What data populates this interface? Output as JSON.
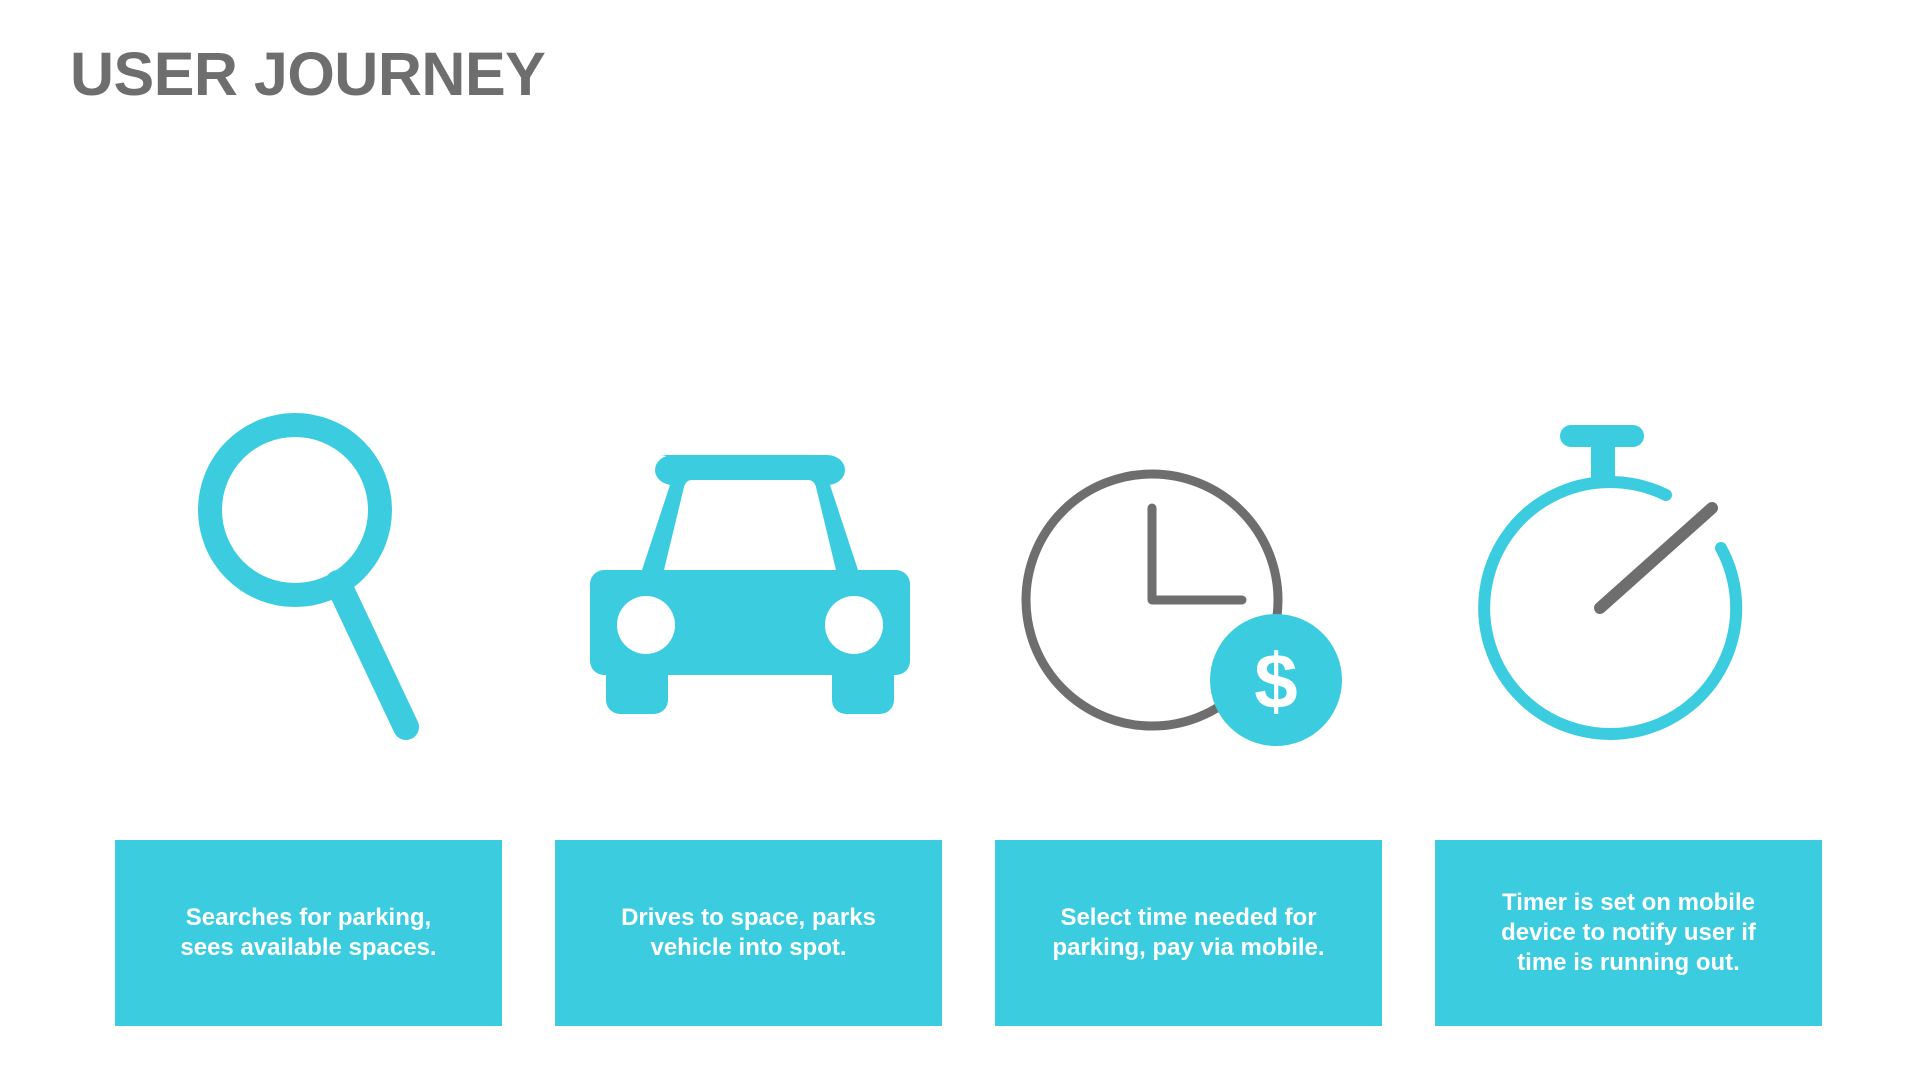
{
  "slide": {
    "title": "USER JOURNEY"
  },
  "colors": {
    "accent": "#3bcce0",
    "gray": "#6e6e6e",
    "background": "#ffffff",
    "box_text": "#ffffff"
  },
  "steps": [
    {
      "icon": "search-icon",
      "text": "Searches for parking, sees available spaces."
    },
    {
      "icon": "car-icon",
      "text": "Drives to space, parks vehicle into spot."
    },
    {
      "icon": "clock-dollar-icon",
      "text": "Select time needed for parking, pay via mobile."
    },
    {
      "icon": "stopwatch-icon",
      "text": "Timer is set on mobile device to notify user if time is running out."
    }
  ],
  "icons": {
    "dollar_glyph": "$"
  }
}
